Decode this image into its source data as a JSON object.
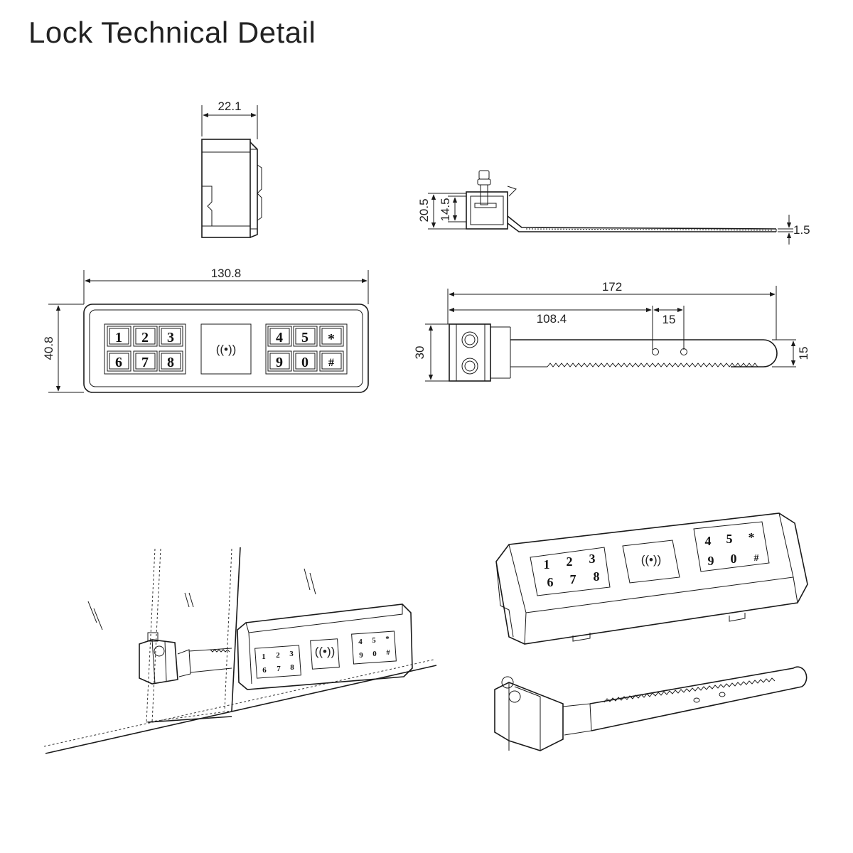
{
  "title": "Lock Technical Detail",
  "dimensions": {
    "side_width": "22.1",
    "front_length": "130.8",
    "front_height": "40.8",
    "strap_height_total": "20.5",
    "strap_height_inner": "14.5",
    "strap_thickness": "1.5",
    "strap_length": "172",
    "hole_offset": "108.4",
    "hole_spacing": "15",
    "strap_block_height": "30",
    "strap_width": "15"
  },
  "keypad": {
    "left_keys": [
      "1",
      "2",
      "3",
      "6",
      "7",
      "8"
    ],
    "right_keys": [
      "4",
      "5",
      "*",
      "9",
      "0",
      "#"
    ],
    "rfid_symbol": "((•))"
  },
  "colors": {
    "line": "#1a1a1a",
    "background": "#ffffff",
    "text": "#222222"
  }
}
